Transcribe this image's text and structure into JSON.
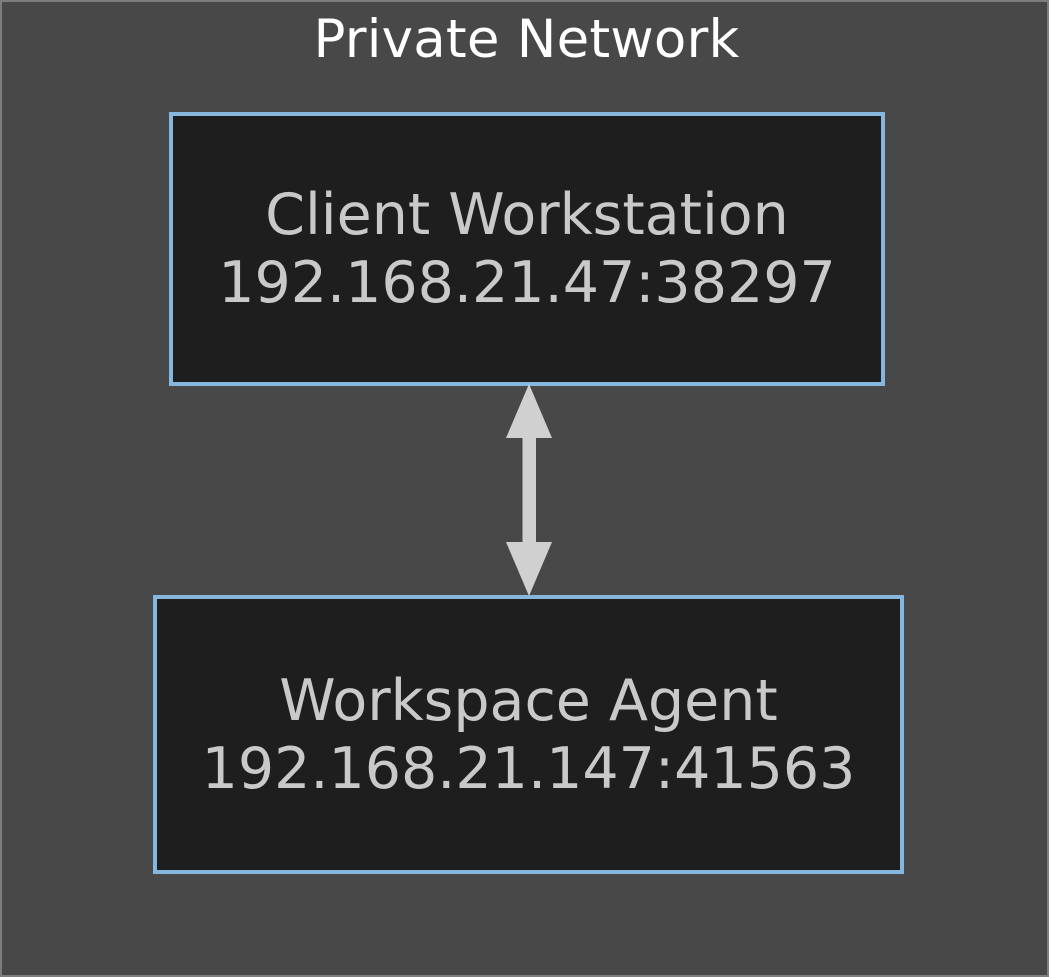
{
  "diagram": {
    "type": "network-topology",
    "background_color": "#484848",
    "frame_border_color": "#7d7d7d",
    "cluster": {
      "title": "Private Network",
      "title_color": "#ffffff"
    },
    "node_style": {
      "fill_color": "#1e1e1e",
      "border_color": "#86b7de",
      "text_color": "#c9c9c9"
    },
    "nodes": [
      {
        "id": "client",
        "label": "Client Workstation",
        "address": "192.168.21.47:38297"
      },
      {
        "id": "agent",
        "label": "Workspace Agent",
        "address": "192.168.21.147:41563"
      }
    ],
    "edges": [
      {
        "from": "client",
        "to": "agent",
        "direction": "bidirectional",
        "label": "",
        "color": "#d0d0d0"
      }
    ]
  }
}
